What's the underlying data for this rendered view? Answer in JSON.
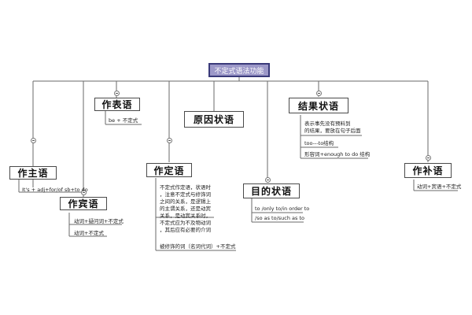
{
  "root": {
    "label": "不定式语法功能"
  },
  "nodes": {
    "subject": {
      "label": "作主语",
      "note": "It's + adj+for/of sb+to do"
    },
    "predicative": {
      "label": "作表语",
      "note": "be + 不定式"
    },
    "object": {
      "label": "作宾语",
      "notes": [
        "动词+疑问词+不定式",
        "动词+不定式"
      ]
    },
    "attributive": {
      "label": "作定语",
      "note_block": "不定式作定语，状语时\n，注意不定式与修饰词\n之间的关系，是逻辑上\n的主谓关系，还是动宾\n关系，是动宾关系时，\n不定式应为不及物动词\n，其后应有必要的介词",
      "note_tail": "被修饰的词（名词代词）+不定式"
    },
    "reason": {
      "label": "原因状语"
    },
    "purpose": {
      "label": "目的状语",
      "notes": [
        "to /only to/in order to",
        "/so as to/such as  to"
      ]
    },
    "result": {
      "label": "结果状语",
      "note_block": "表示事先没有预料到\n的结果，要放在句子后面",
      "notes": [
        "too---to结构",
        "形容词+enough to  do 结构"
      ]
    },
    "complement": {
      "label": "作补语",
      "note": "动词+宾语+不定式"
    }
  }
}
